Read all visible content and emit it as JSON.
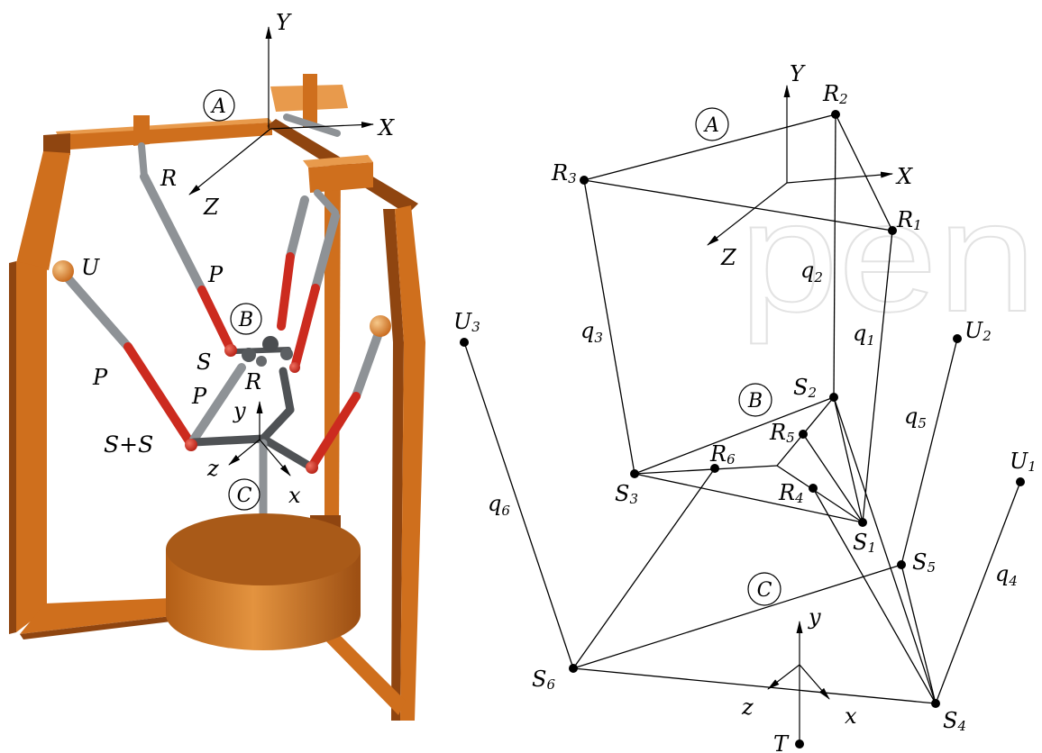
{
  "watermark": "pen",
  "colors": {
    "frame": "#cf6f1d",
    "frame_dark": "#8f4510",
    "frame_light": "#e89a4c",
    "link_gray": "#8e9296",
    "link_red": "#cc2b1f",
    "joint": "#4f5255",
    "line": "#000000"
  },
  "left": {
    "axes": {
      "Y": "Y",
      "X": "X",
      "Z": "Z",
      "y": "y",
      "z": "z",
      "x": "x"
    },
    "circles": {
      "A": "A",
      "B": "B",
      "C": "C"
    },
    "labels": {
      "R_upper": "R",
      "U": "U",
      "P_upper": "P",
      "S": "S",
      "P_left": "P",
      "R_lower": "R",
      "P_middle": "P",
      "S_plus_S": "S+S"
    }
  },
  "right": {
    "axes": {
      "Y": "Y",
      "X": "X",
      "Z": "Z",
      "y": "y",
      "z": "z",
      "x": "x"
    },
    "circles": {
      "A": "A",
      "B": "B",
      "C": "C"
    },
    "points": {
      "R1": {
        "main": "R",
        "sub": "1"
      },
      "R2": {
        "main": "R",
        "sub": "2"
      },
      "R3": {
        "main": "R",
        "sub": "3"
      },
      "R4": {
        "main": "R",
        "sub": "4"
      },
      "R5": {
        "main": "R",
        "sub": "5"
      },
      "R6": {
        "main": "R",
        "sub": "6"
      },
      "S1": {
        "main": "S",
        "sub": "1"
      },
      "S2": {
        "main": "S",
        "sub": "2"
      },
      "S3": {
        "main": "S",
        "sub": "3"
      },
      "S4": {
        "main": "S",
        "sub": "4"
      },
      "S5": {
        "main": "S",
        "sub": "5"
      },
      "S6": {
        "main": "S",
        "sub": "6"
      },
      "U1": {
        "main": "U",
        "sub": "1"
      },
      "U2": {
        "main": "U",
        "sub": "2"
      },
      "U3": {
        "main": "U",
        "sub": "3"
      },
      "T": {
        "main": "T"
      }
    },
    "legs": {
      "q1": {
        "main": "q",
        "sub": "1"
      },
      "q2": {
        "main": "q",
        "sub": "2"
      },
      "q3": {
        "main": "q",
        "sub": "3"
      },
      "q4": {
        "main": "q",
        "sub": "4"
      },
      "q5": {
        "main": "q",
        "sub": "5"
      },
      "q6": {
        "main": "q",
        "sub": "6"
      }
    }
  }
}
